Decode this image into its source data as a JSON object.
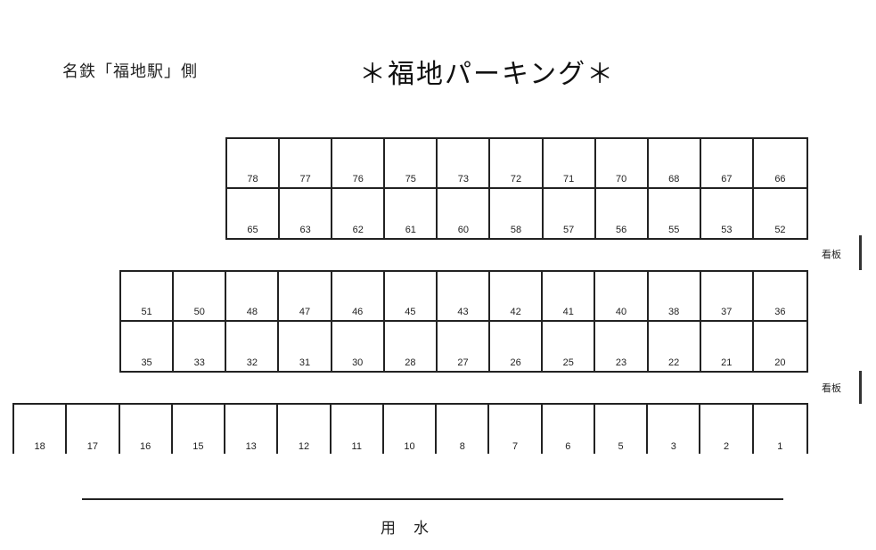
{
  "header": {
    "station_label": "名鉄「福地駅」側",
    "title": "＊福地パーキング＊"
  },
  "blocks": [
    {
      "id": "block-a",
      "columns": 11,
      "rows": [
        [
          "78",
          "77",
          "76",
          "75",
          "73",
          "72",
          "71",
          "70",
          "68",
          "67",
          "66"
        ],
        [
          "65",
          "63",
          "62",
          "61",
          "60",
          "58",
          "57",
          "56",
          "55",
          "53",
          "52"
        ]
      ]
    },
    {
      "id": "block-b",
      "columns": 13,
      "rows": [
        [
          "51",
          "50",
          "48",
          "47",
          "46",
          "45",
          "43",
          "42",
          "41",
          "40",
          "38",
          "37",
          "36"
        ],
        [
          "35",
          "33",
          "32",
          "31",
          "30",
          "28",
          "27",
          "26",
          "25",
          "23",
          "22",
          "21",
          "20"
        ]
      ]
    },
    {
      "id": "block-c",
      "columns": 15,
      "rows": [
        [
          "18",
          "17",
          "16",
          "15",
          "13",
          "12",
          "11",
          "10",
          "8",
          "7",
          "6",
          "5",
          "3",
          "2",
          "1"
        ]
      ]
    }
  ],
  "signs": [
    {
      "label": "看板"
    },
    {
      "label": "看板"
    }
  ],
  "canal": {
    "label": "用水"
  },
  "colors": {
    "line": "#222222",
    "background": "#ffffff"
  }
}
